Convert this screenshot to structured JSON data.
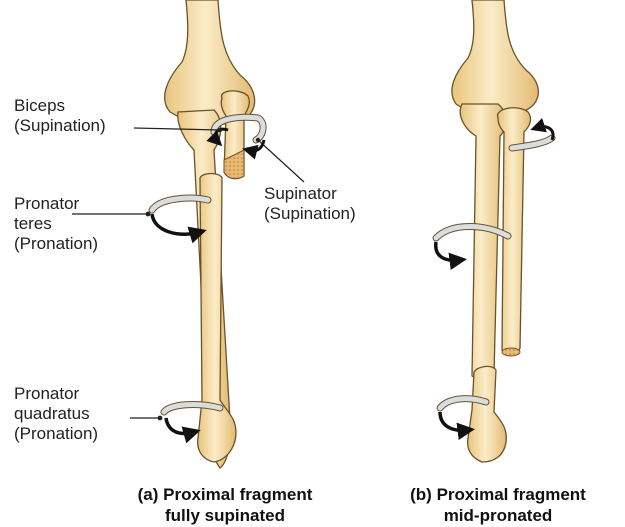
{
  "panel_a": {
    "labels": {
      "biceps": [
        "Biceps",
        "(Supination)"
      ],
      "supinator": [
        "Supinator",
        "(Supination)"
      ],
      "pronator_teres": [
        "Pronator",
        "teres",
        "(Pronation)"
      ],
      "pronator_quadratus": [
        "Pronator",
        "quadratus",
        "(Pronation)"
      ]
    },
    "caption": [
      "(a) Proximal fragment",
      "fully supinated"
    ]
  },
  "panel_b": {
    "caption": [
      "(b) Proximal fragment",
      "mid-pronated"
    ]
  },
  "colors": {
    "bone_fill": "#f2d79c",
    "bone_highlight": "#fbecc8",
    "bone_outline": "#6b5228",
    "muscle_band": "#d9dde0",
    "arrow": "#111111",
    "text": "#222222",
    "fracture": "#d8a865"
  }
}
